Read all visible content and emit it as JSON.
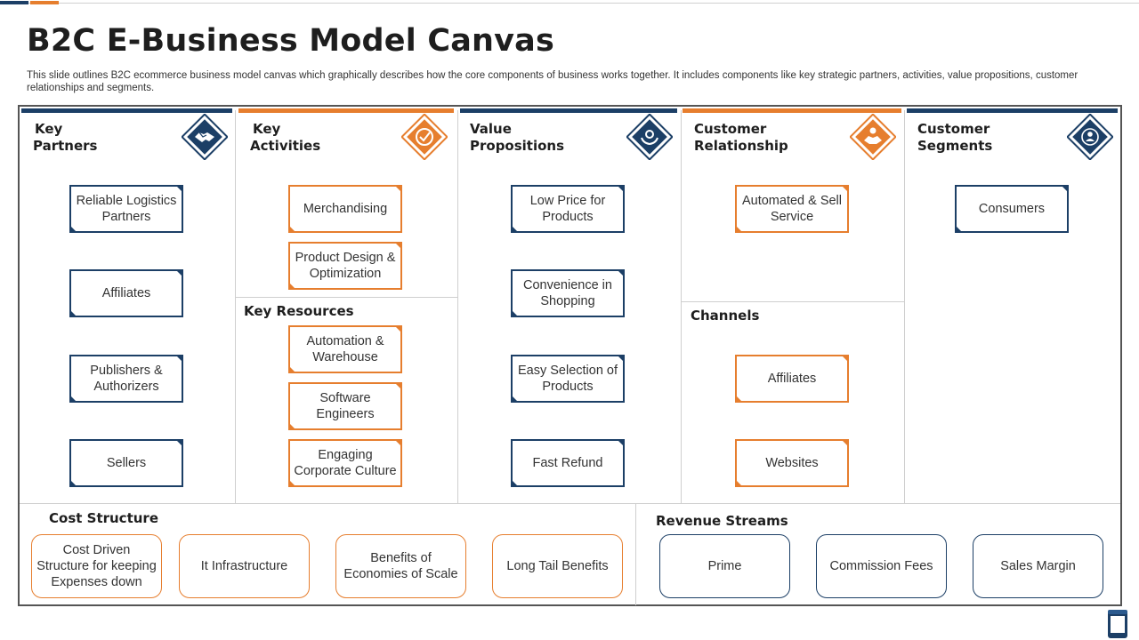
{
  "title": "B2C E-Business Model Canvas",
  "subtitle": "This slide outlines B2C ecommerce business model canvas which graphically describes how the core components of business works together. It includes components like key strategic partners, activities, value propositions, customer relationships and segments.",
  "colors": {
    "navy": "#1c3f66",
    "orange": "#e67e2e"
  },
  "key_partners": {
    "title_line1": "Key",
    "title_line2": "Partners",
    "icon": "handshake-icon",
    "items": [
      "Reliable Logistics Partners",
      "Affiliates",
      "Publishers & Authorizers",
      "Sellers"
    ]
  },
  "key_activities": {
    "title_line1": "Key",
    "title_line2": "Activities",
    "icon": "target-icon",
    "items": [
      "Merchandising",
      "Product Design & Optimization"
    ]
  },
  "key_resources": {
    "title": "Key Resources",
    "items": [
      "Automation & Warehouse",
      "Software Engineers",
      "Engaging Corporate Culture"
    ]
  },
  "value_propositions": {
    "title_line1": "Value",
    "title_line2": "Propositions",
    "icon": "hands-gear-icon",
    "items": [
      "Low Price for Products",
      "Convenience in Shopping",
      "Easy Selection of Products",
      "Fast Refund"
    ]
  },
  "customer_relationship": {
    "title_line1": "Customer",
    "title_line2": "Relationship",
    "icon": "person-handshake-icon",
    "items": [
      "Automated & Sell Service"
    ]
  },
  "channels": {
    "title": "Channels",
    "items": [
      "Affiliates",
      "Websites"
    ]
  },
  "customer_segments": {
    "title_line1": "Customer",
    "title_line2": "Segments",
    "icon": "user-target-icon",
    "items": [
      "Consumers"
    ]
  },
  "cost_structure": {
    "title": "Cost Structure",
    "items": [
      "Cost Driven Structure for keeping Expenses down",
      "It Infrastructure",
      "Benefits of Economies of Scale",
      "Long Tail Benefits"
    ]
  },
  "revenue_streams": {
    "title": "Revenue Streams",
    "items": [
      "Prime",
      "Commission Fees",
      "Sales Margin"
    ]
  }
}
